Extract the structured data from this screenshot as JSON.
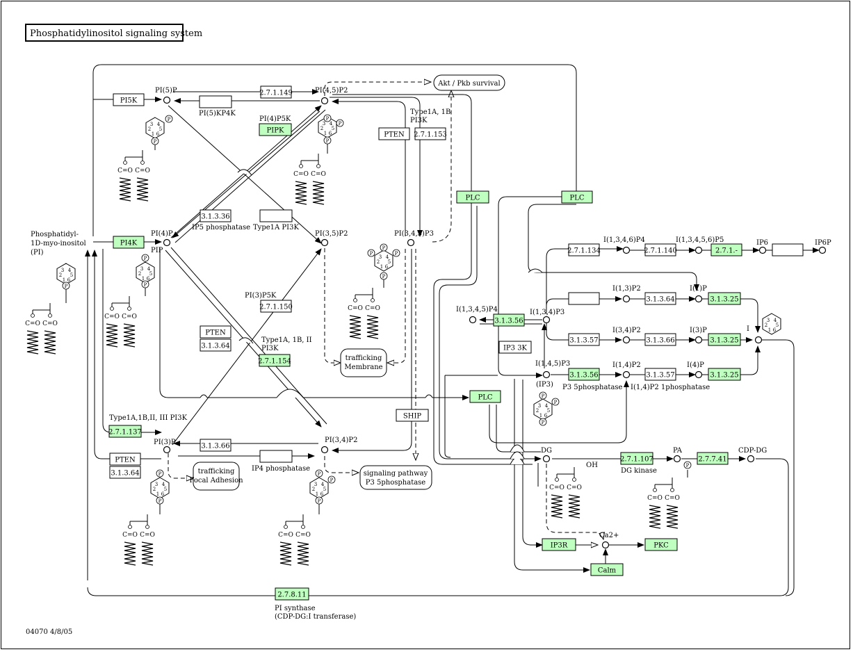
{
  "title": "Phosphatidylinositol signaling system",
  "footer": "04070  4/8/05",
  "colors": {
    "enzyme_fill": "#bfffbf",
    "box_fill": "#ffffff",
    "line": "#000000"
  },
  "compounds": [
    {
      "id": "pi5p",
      "label": "PI(5)P"
    },
    {
      "id": "pi45p2",
      "label": "PI(4,5)P2"
    },
    {
      "id": "pi4p",
      "label": "PI(4)P"
    },
    {
      "id": "pip",
      "label": "PIP"
    },
    {
      "id": "pi35p2",
      "label": "PI(3,5)P2"
    },
    {
      "id": "pi345p3",
      "label": "PI(3,4,5)P3"
    },
    {
      "id": "pi3p",
      "label": "PI(3)P"
    },
    {
      "id": "pi34p2",
      "label": "PI(3,4)P2"
    },
    {
      "id": "pi_l1",
      "label": "Phosphatidyl-"
    },
    {
      "id": "pi_l2",
      "label": "1D-myo-inositol"
    },
    {
      "id": "pi_l3",
      "label": "(PI)"
    },
    {
      "id": "i1346p4",
      "label": "I(1,3,4,6)P4"
    },
    {
      "id": "i13456p5",
      "label": "I(1,3,4,5,6)P5"
    },
    {
      "id": "ip6",
      "label": "IP6"
    },
    {
      "id": "ip6p",
      "label": "IP6P"
    },
    {
      "id": "i13p2",
      "label": "I(1,3)P2"
    },
    {
      "id": "i1p",
      "label": "I(1)P"
    },
    {
      "id": "i1345p4",
      "label": "I(1,3,4,5)P4"
    },
    {
      "id": "i134p3",
      "label": "I(1,3,4)P3"
    },
    {
      "id": "i34p2",
      "label": "I(3,4)P2"
    },
    {
      "id": "i3p",
      "label": "I(3)P"
    },
    {
      "id": "inos",
      "label": "I"
    },
    {
      "id": "i145p3",
      "label": "I(1,4,5)P3"
    },
    {
      "id": "ip3",
      "label": "(IP3)"
    },
    {
      "id": "i14p2",
      "label": "I(1,4)P2"
    },
    {
      "id": "i4p",
      "label": "I(4)P"
    },
    {
      "id": "dg",
      "label": "DG"
    },
    {
      "id": "pa",
      "label": "PA"
    },
    {
      "id": "cdpdg",
      "label": "CDP-DG"
    },
    {
      "id": "ca",
      "label": "Ca2+"
    },
    {
      "id": "oh",
      "label": "OH"
    }
  ],
  "enzymes": [
    {
      "id": "pi5k",
      "label": "PI5K",
      "green": false
    },
    {
      "id": "e27149",
      "label": "2.7.1.149",
      "green": false
    },
    {
      "id": "pi5p4k",
      "label": "",
      "green": false
    },
    {
      "id": "pipk",
      "label": "PIPK",
      "green": true
    },
    {
      "id": "pten1",
      "label": "PTEN",
      "green": false
    },
    {
      "id": "e27153",
      "label": "2.7.1.153",
      "green": false
    },
    {
      "id": "e31336",
      "label": "3.1.3.36",
      "green": false
    },
    {
      "id": "t1a_pi3k_box",
      "label": "",
      "green": false
    },
    {
      "id": "pi4k",
      "label": "PI4K",
      "green": true
    },
    {
      "id": "e27150",
      "label": "2.7.1.150",
      "green": false
    },
    {
      "id": "pten2",
      "label": "PTEN",
      "green": false
    },
    {
      "id": "e31364a",
      "label": "3.1.3.64",
      "green": false
    },
    {
      "id": "e27154",
      "label": "2.7.1.154",
      "green": true
    },
    {
      "id": "e27137",
      "label": "2.7.1.137",
      "green": true
    },
    {
      "id": "e31366a",
      "label": "3.1.3.66",
      "green": false
    },
    {
      "id": "ptenb",
      "label": "PTEN",
      "green": false
    },
    {
      "id": "e31364b",
      "label": "3.1.3.64",
      "green": false
    },
    {
      "id": "ip4p_box",
      "label": "",
      "green": false
    },
    {
      "id": "ship",
      "label": "SHIP",
      "green": false
    },
    {
      "id": "plc1",
      "label": "PLC",
      "green": true
    },
    {
      "id": "plc2",
      "label": "PLC",
      "green": true
    },
    {
      "id": "plc3",
      "label": "PLC",
      "green": true
    },
    {
      "id": "e27134",
      "label": "2.7.1.134",
      "green": false
    },
    {
      "id": "e27140",
      "label": "2.7.1.140",
      "green": false
    },
    {
      "id": "e271x",
      "label": "2.7.1.-",
      "green": true
    },
    {
      "id": "ip6_box",
      "label": "",
      "green": false
    },
    {
      "id": "i13p2_box",
      "label": "",
      "green": false
    },
    {
      "id": "e31364c",
      "label": "3.1.3.64",
      "green": false
    },
    {
      "id": "e31325a",
      "label": "3.1.3.25",
      "green": true
    },
    {
      "id": "e31356a",
      "label": "3.1.3.56",
      "green": true
    },
    {
      "id": "ip33k",
      "label": "IP3 3K",
      "green": false
    },
    {
      "id": "e31357a",
      "label": "3.1.3.57",
      "green": false
    },
    {
      "id": "e31366b",
      "label": "3.1.3.66",
      "green": false
    },
    {
      "id": "e31325b",
      "label": "3.1.3.25",
      "green": true
    },
    {
      "id": "e31356b",
      "label": "3.1.3.56",
      "green": true
    },
    {
      "id": "e31357b",
      "label": "3.1.3.57",
      "green": false
    },
    {
      "id": "e31325c",
      "label": "3.1.3.25",
      "green": true
    },
    {
      "id": "e27107",
      "label": "2.7.1.107",
      "green": true
    },
    {
      "id": "e27741",
      "label": "2.7.7.41",
      "green": true
    },
    {
      "id": "ip3r",
      "label": "IP3R",
      "green": true
    },
    {
      "id": "pkc",
      "label": "PKC",
      "green": true
    },
    {
      "id": "calm",
      "label": "Calm",
      "green": true
    },
    {
      "id": "e27811",
      "label": "2.7.8.11",
      "green": true
    }
  ],
  "labels": [
    {
      "id": "pi5p4k_l",
      "text": "PI(5)KP4K"
    },
    {
      "id": "pi4p5k_l",
      "text": "PI(4)P5K"
    },
    {
      "id": "t1a1b_l1",
      "text": "Type1A, 1B"
    },
    {
      "id": "t1a1b_l2",
      "text": "PI3K"
    },
    {
      "id": "ip5ph_l",
      "text": "IP5 phosphatase"
    },
    {
      "id": "t1apik_l",
      "text": "Type1A PI3K"
    },
    {
      "id": "pi3p5k_l",
      "text": "PI(3)P5K"
    },
    {
      "id": "t1a1b2_l1",
      "text": "Type1A, 1B, II"
    },
    {
      "id": "t1a1b2_l2",
      "text": "PI3K"
    },
    {
      "id": "t1a1b3_l",
      "text": "Type1A,1B,II, III PI3K"
    },
    {
      "id": "ip4ph_l",
      "text": "IP4 phosphatase"
    },
    {
      "id": "membr1_l1",
      "text": "Membrane"
    },
    {
      "id": "membr1_l2",
      "text": "trafficking"
    },
    {
      "id": "membr2_l1",
      "text": "Membrane"
    },
    {
      "id": "membr2_l2",
      "text": "trafficking"
    },
    {
      "id": "focal_l",
      "text": "Focal Adhesion"
    },
    {
      "id": "akt_l1",
      "text": "Akt / Pkb survival"
    },
    {
      "id": "akt_l2",
      "text": "signaling pathway"
    },
    {
      "id": "p35ph_l",
      "text": "P3 5phosphatase"
    },
    {
      "id": "i14p1ph_l",
      "text": "I(1,4)P2 1phosphatase"
    },
    {
      "id": "dgk_l",
      "text": "DG kinase"
    },
    {
      "id": "pis_l1",
      "text": "PI synthase"
    },
    {
      "id": "pis_l2",
      "text": "(CDP-DG:I transferase)"
    }
  ]
}
